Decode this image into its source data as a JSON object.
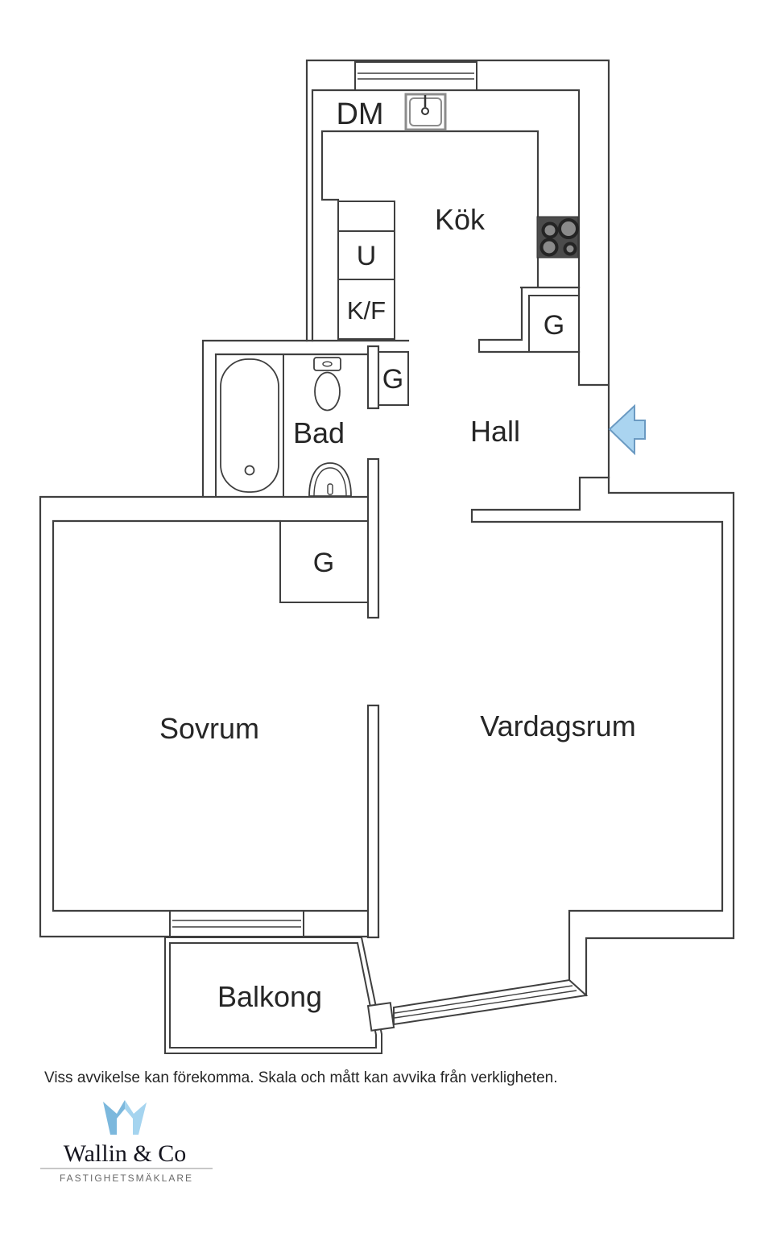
{
  "floorplan": {
    "labels": {
      "kitchen": "Kök",
      "bathroom": "Bad",
      "hall": "Hall",
      "bedroom": "Sovrum",
      "living_room": "Vardagsrum",
      "balcony": "Balkong",
      "dishwasher": "DM",
      "oven": "U",
      "fridge_freezer": "K/F",
      "wardrobe_kitchen": "G",
      "wardrobe_bathroom": "G",
      "wardrobe_bedroom": "G"
    },
    "colors": {
      "wall": "#3f3f3f",
      "arrow_fill": "#aad4f0",
      "arrow_stroke": "#6b9ac2",
      "stove": "#4b4b4b",
      "logo_blue_left": "#7cb8dd",
      "logo_blue_right": "#a5d4ef"
    }
  },
  "footer": {
    "disclaimer": "Viss avvikelse kan förekomma. Skala och mått kan avvika från verkligheten."
  },
  "logo": {
    "company": "Wallin & Co",
    "tagline": "FASTIGHETSMÄKLARE"
  }
}
